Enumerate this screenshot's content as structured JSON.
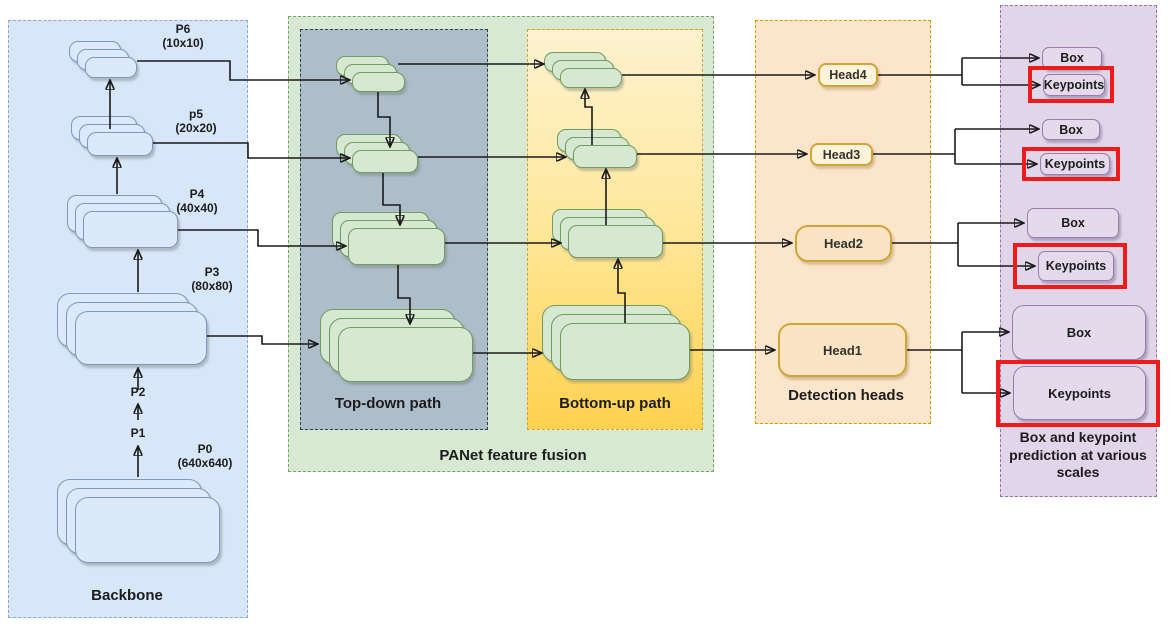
{
  "diagram": {
    "backbone": {
      "title": "Backbone",
      "levels": [
        {
          "name": "P6",
          "size": "(10x10)"
        },
        {
          "name": "p5",
          "size": "(20x20)"
        },
        {
          "name": "P4",
          "size": "(40x40)"
        },
        {
          "name": "P3",
          "size": "(80x80)"
        }
      ],
      "stage_labels": {
        "p2": "P2",
        "p1": "P1"
      },
      "input": {
        "name": "P0",
        "size": "(640x640)"
      }
    },
    "panet": {
      "title": "PANet feature fusion",
      "top_down": {
        "title": "Top-down path"
      },
      "bottom_up": {
        "title": "Bottom-up path"
      }
    },
    "heads": {
      "title": "Detection heads",
      "items": [
        {
          "label": "Head4"
        },
        {
          "label": "Head3"
        },
        {
          "label": "Head2"
        },
        {
          "label": "Head1"
        }
      ]
    },
    "outputs": {
      "title": "Box and keypoint prediction at various scales",
      "box_label": "Box",
      "keypoints_label": "Keypoints"
    },
    "colors": {
      "backbone_fill": "#d7e6f8",
      "backbone_box_fill": "#dbe9fb",
      "backbone_box_stroke": "#7e99bd",
      "panet_fill": "#d7e9d3",
      "panet_stroke": "#76a865",
      "topdown_fill": "#aebdca",
      "bottomup_fill_top": "#fdf2d0",
      "bottomup_fill_bottom": "#fed24f",
      "feature_box_fill": "#d6e7d2",
      "feature_box_stroke": "#6f9d5e",
      "heads_fill": "#fbe6cb",
      "heads_stroke": "#d79b00",
      "head_box_stroke": "#d2a435",
      "outputs_fill": "#e0d5e9",
      "outputs_stroke": "#9673a6",
      "keypoints_highlight": "#ee1b1b",
      "connector": "#1a1a1a"
    }
  }
}
